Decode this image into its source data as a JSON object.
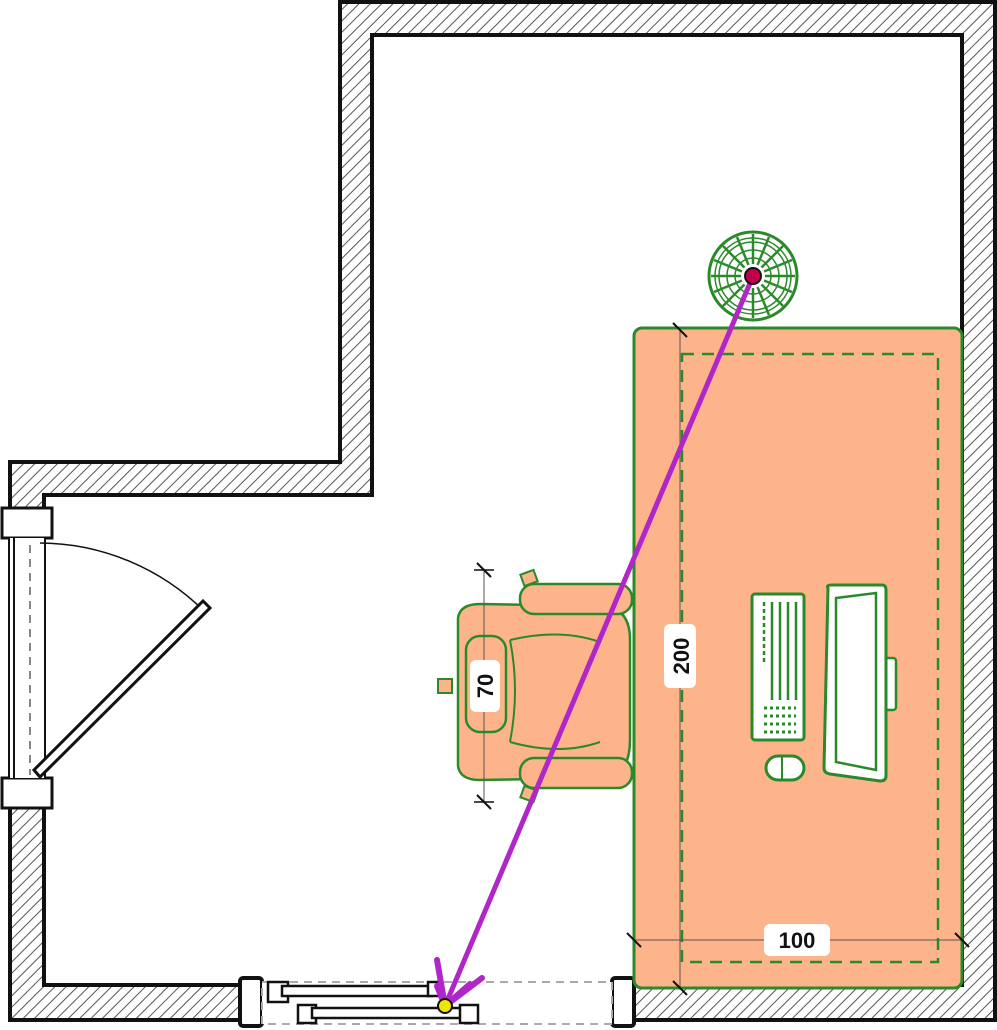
{
  "dimensions": {
    "desk_length": "200",
    "desk_depth": "100",
    "chair_width": "70"
  },
  "colors": {
    "wall_outline": "#111111",
    "wall_hatch": "#555555",
    "furniture_fill": "#fdb48a",
    "furniture_outline": "#2a8a2a",
    "route_arrow": "#b026c9",
    "route_start": "#c2004a",
    "route_end": "#f2e600"
  },
  "icons": {
    "plant": "potted-plant-icon",
    "keyboard": "keyboard-icon",
    "monitor": "monitor-icon",
    "mouse": "mouse-icon",
    "chair": "office-chair-icon",
    "door": "swing-door-icon",
    "window": "sliding-window-icon"
  }
}
